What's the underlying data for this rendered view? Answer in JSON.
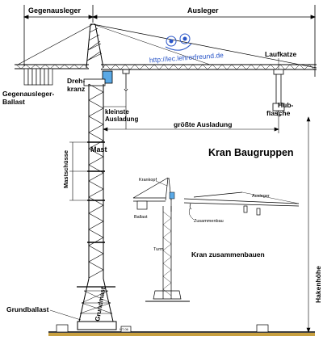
{
  "labels": {
    "gegenausleger": "Gegenausleger",
    "ausleger": "Ausleger",
    "laufkatze": "Laufkatze",
    "gegenausleger_ballast_1": "Gegenausleger-",
    "gegenausleger_ballast_2": "Ballast",
    "drehkranz_1": "Dreh-",
    "drehkranz_2": "kranz",
    "kleinste_ausladung_1": "kleinste",
    "kleinste_ausladung_2": "Ausladung",
    "hubflasche_1": "Hub-",
    "hubflasche_2": "flasche",
    "groesste_ausladung": "größte Ausladung",
    "mast": "Mast",
    "mastschuesse": "Mastschüsse",
    "grundballast": "Grundballast",
    "grundmast": "Grundmast",
    "hakenhoehe": "Hakenhöhe",
    "title": "Kran Baugruppen"
  },
  "inset": {
    "krankopf": "Krankopf",
    "ausleger": "Ausleger",
    "ballast": "Ballast",
    "zusammenbau": "Zusammenbau",
    "turm": "Turm",
    "caption": "Kran zusammenbauen"
  },
  "watermark": {
    "text": "http://lec.lehrerfreund.de",
    "color": "#2a56c8"
  },
  "small_mark": "HT-06",
  "colors": {
    "line": "#000000",
    "drehkranz": "#5aa9e6",
    "ground": "#c8a040"
  }
}
